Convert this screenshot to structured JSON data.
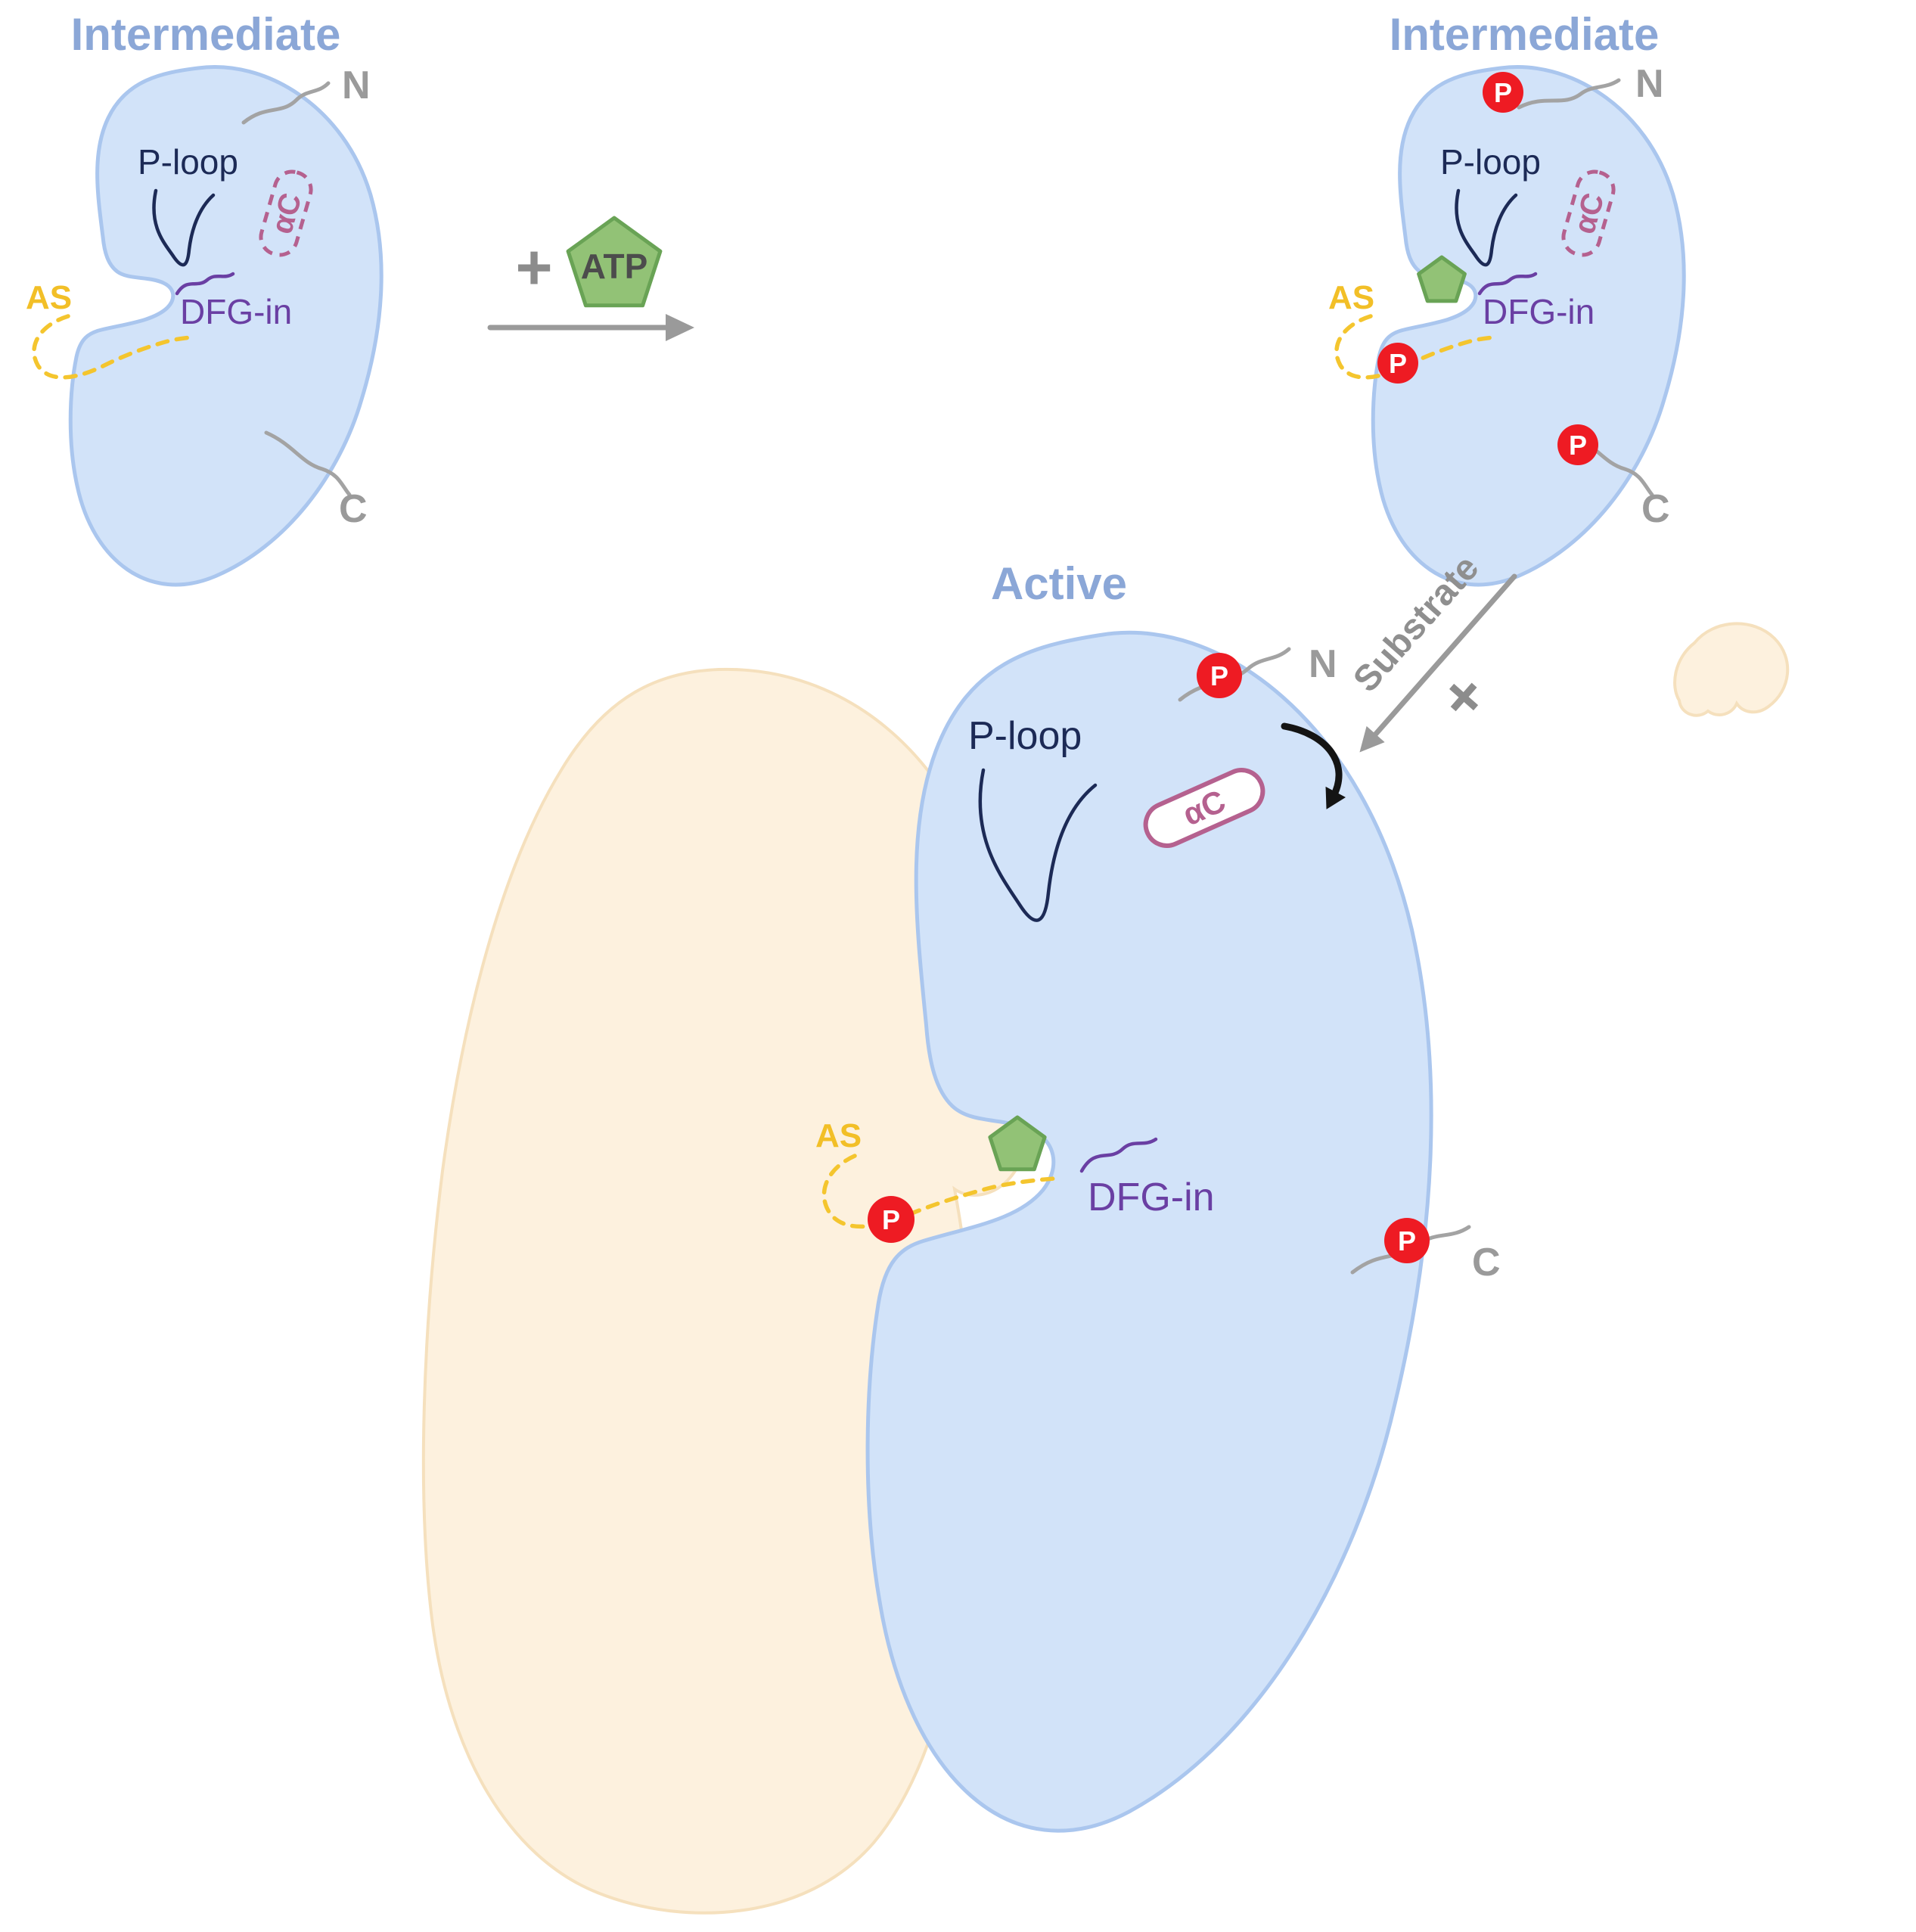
{
  "colors": {
    "kinase_fill": "#d2e3f9",
    "kinase_stroke": "#aac6ee",
    "substrate_fill": "#fdf1de",
    "substrate_stroke": "#f5e0bd",
    "title_blue": "#8ba7d7",
    "terminus_gray": "#9a9a9a",
    "p_loop_navy": "#1c2a56",
    "dfg_purple": "#6a3fa3",
    "alpha_c_pink": "#b5618f",
    "as_gold": "#f2bf27",
    "atp_green_fill": "#92c276",
    "atp_green_stroke": "#69a355",
    "phosphate_red": "#ee1b23",
    "arrow_gray": "#9a9a9a",
    "rotation_arrow_black": "#141414"
  },
  "shared": {
    "phosphate": "P",
    "p_loop": "P-loop",
    "alpha_c": "αC",
    "dfg_in": "DFG-in",
    "activation_segment": "AS",
    "n_terminus": "N",
    "c_terminus": "C"
  },
  "panels": {
    "top_left": {
      "title": "Intermediate"
    },
    "top_right": {
      "title": "Intermediate"
    },
    "active": {
      "title": "Active"
    }
  },
  "reaction": {
    "plus": "+",
    "atp": "ATP"
  },
  "substrate_step": {
    "label": "Substrate",
    "plus": "+"
  }
}
